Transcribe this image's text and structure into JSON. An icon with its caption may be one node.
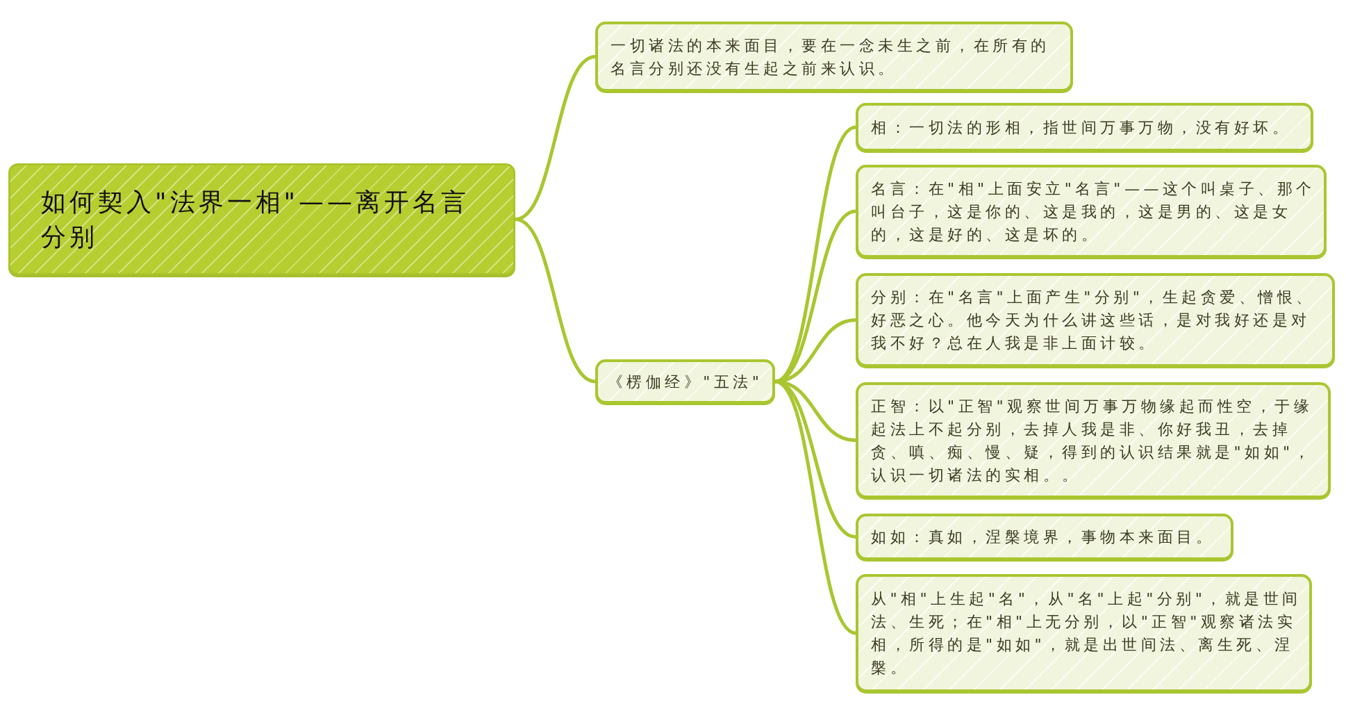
{
  "diagram": {
    "nodes": [
      {
        "text": [
          "如何契入\"法界一相\"——离开名言分别"
        ]
      },
      {
        "text": [
          "一切诸法的本来面目，要在一念未生之前，在所有的名言分别还没有生起之前来认识。"
        ]
      },
      {
        "text": [
          "《楞伽经》\"五法\""
        ]
      },
      {
        "text": [
          "相：一切法的形相，指世间万事万物，没有好坏。"
        ]
      },
      {
        "text": [
          "名言：在\"相\"上面安立\"名言\"——这个叫桌子、那个叫台子，这是你的、这是我的，这是男的、这是女的，这是好的、这是坏的。"
        ]
      },
      {
        "text": [
          "分别：在\"名言\"上面产生\"分别\"，生起贪爱、憎恨、好恶之心。他今天为什么讲这些话，是对我好还是对我不好？总在人我是非上面计较。"
        ]
      },
      {
        "text": [
          "正智：以\"正智\"观察世间万事万物缘起而性空，于缘起法上不起分别，去掉人我是非、你好我丑，去掉贪、嗔、痴、慢、疑，得到的认识结果就是\"如如\"，认识一切诸法的实相。。"
        ]
      },
      {
        "text": [
          "如如：真如，涅槃境界，事物本来面目。"
        ]
      },
      {
        "text": [
          "从\"相\"上生起\"名\"，从\"名\"上起\"分别\"，就是世间法、生死；在\"相\"上无分别，以\"正智\"观察诸法实相，所得的是\"如如\"，就是出世间法、离生死、涅槃。"
        ]
      }
    ],
    "edges": [
      {
        "from": 0,
        "to": 1,
        "arrow": "none"
      },
      {
        "from": 0,
        "to": 2,
        "arrow": "none"
      },
      {
        "from": 2,
        "to": 3,
        "arrow": "none"
      },
      {
        "from": 2,
        "to": 4,
        "arrow": "none"
      },
      {
        "from": 2,
        "to": 5,
        "arrow": "none"
      },
      {
        "from": 2,
        "to": 6,
        "arrow": "none"
      },
      {
        "from": 2,
        "to": 7,
        "arrow": "none"
      },
      {
        "from": 2,
        "to": 8,
        "arrow": "none"
      }
    ]
  }
}
